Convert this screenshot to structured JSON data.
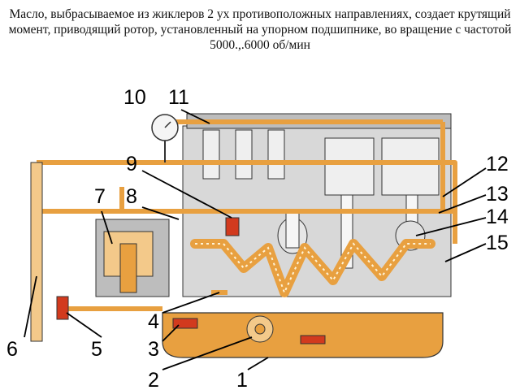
{
  "caption": "Масло, выбрасываемое из жиклеров 2 ух противоположных направлениях, создает крутящий момент, приводящий ротор, установленный на упорном подшипнике, во вращение с частотой 5000.,.6000 об/мин",
  "labels": [
    "1",
    "2",
    "3",
    "4",
    "5",
    "6",
    "7",
    "8",
    "9",
    "10",
    "11",
    "12",
    "13",
    "14",
    "15"
  ],
  "colors": {
    "oil": "#e8a040",
    "oil_light": "#f3c98a",
    "engine": "#c9c9c9",
    "outline": "#222222",
    "valve_red": "#d23a1e"
  }
}
